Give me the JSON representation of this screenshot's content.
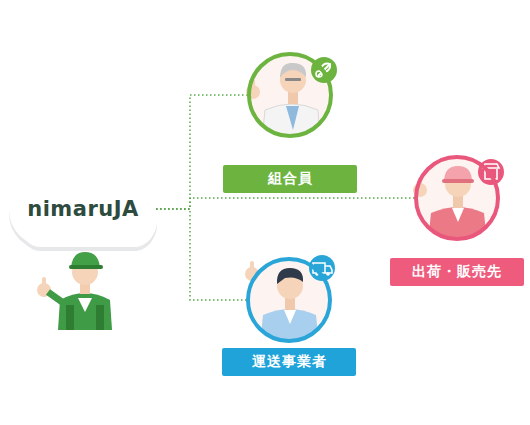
{
  "diagram": {
    "nodes": [
      {
        "text": [
          "nimaruJA"
        ]
      },
      {
        "text": [
          "組合員"
        ]
      },
      {
        "text": [
          "出荷・販売先"
        ]
      },
      {
        "text": [
          "運送事業者"
        ]
      }
    ],
    "edges": [
      {
        "from": 0,
        "to": 1,
        "arrow": "none"
      },
      {
        "from": 0,
        "to": 2,
        "arrow": "none"
      },
      {
        "from": 0,
        "to": 3,
        "arrow": "none"
      }
    ]
  }
}
